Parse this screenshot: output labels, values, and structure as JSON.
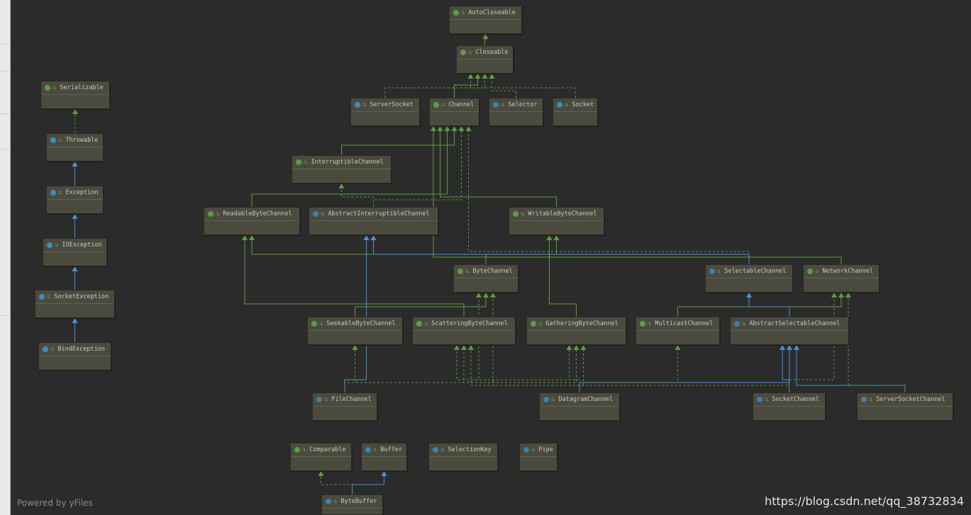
{
  "nodes": [
    {
      "id": "AutoCloseable",
      "label": "AutoCloseable",
      "kind": "i"
    },
    {
      "id": "Closeable",
      "label": "Closeable",
      "kind": "i"
    },
    {
      "id": "ServerSocket",
      "label": "ServerSocket",
      "kind": "c"
    },
    {
      "id": "Channel",
      "label": "Channel",
      "kind": "i"
    },
    {
      "id": "Selector",
      "label": "Selector",
      "kind": "a"
    },
    {
      "id": "Socket",
      "label": "Socket",
      "kind": "c"
    },
    {
      "id": "InterruptibleChannel",
      "label": "InterruptibleChannel",
      "kind": "i"
    },
    {
      "id": "ReadableByteChannel",
      "label": "ReadableByteChannel",
      "kind": "i"
    },
    {
      "id": "AbstractInterruptibleChannel",
      "label": "AbstractInterruptibleChannel",
      "kind": "a"
    },
    {
      "id": "WritableByteChannel",
      "label": "WritableByteChannel",
      "kind": "i"
    },
    {
      "id": "ByteChannel",
      "label": "ByteChannel",
      "kind": "i"
    },
    {
      "id": "SelectableChannel",
      "label": "SelectableChannel",
      "kind": "a"
    },
    {
      "id": "NetworkChannel",
      "label": "NetworkChannel",
      "kind": "i"
    },
    {
      "id": "SeekableByteChannel",
      "label": "SeekableByteChannel",
      "kind": "i"
    },
    {
      "id": "ScatteringByteChannel",
      "label": "ScatteringByteChannel",
      "kind": "i"
    },
    {
      "id": "GatheringByteChannel",
      "label": "GatheringByteChannel",
      "kind": "i"
    },
    {
      "id": "MulticastChannel",
      "label": "MulticastChannel",
      "kind": "i"
    },
    {
      "id": "AbstractSelectableChannel",
      "label": "AbstractSelectableChannel",
      "kind": "a"
    },
    {
      "id": "FileChannel",
      "label": "FileChannel",
      "kind": "a"
    },
    {
      "id": "DatagramChannel",
      "label": "DatagramChannel",
      "kind": "a"
    },
    {
      "id": "SocketChannel",
      "label": "SocketChannel",
      "kind": "a"
    },
    {
      "id": "ServerSocketChannel",
      "label": "ServerSocketChannel",
      "kind": "a"
    },
    {
      "id": "Comparable",
      "label": "Comparable",
      "kind": "i"
    },
    {
      "id": "Buffer",
      "label": "Buffer",
      "kind": "a"
    },
    {
      "id": "SelectionKey",
      "label": "SelectionKey",
      "kind": "a"
    },
    {
      "id": "Pipe",
      "label": "Pipe",
      "kind": "a"
    },
    {
      "id": "ByteBuffer",
      "label": "ByteBuffer",
      "kind": "a"
    },
    {
      "id": "Serializable",
      "label": "Serializable",
      "kind": "i"
    },
    {
      "id": "Throwable",
      "label": "Throwable",
      "kind": "c"
    },
    {
      "id": "Exception",
      "label": "Exception",
      "kind": "c"
    },
    {
      "id": "IOException",
      "label": "IOException",
      "kind": "c"
    },
    {
      "id": "SocketException",
      "label": "SocketException",
      "kind": "c"
    },
    {
      "id": "BindException",
      "label": "BindException",
      "kind": "c"
    }
  ],
  "edges": [
    {
      "from": "Closeable",
      "to": "AutoCloseable",
      "type": "extends-interface"
    },
    {
      "from": "ServerSocket",
      "to": "Closeable",
      "type": "implements"
    },
    {
      "from": "Channel",
      "to": "Closeable",
      "type": "extends-interface"
    },
    {
      "from": "Selector",
      "to": "Closeable",
      "type": "implements"
    },
    {
      "from": "Socket",
      "to": "Closeable",
      "type": "implements"
    },
    {
      "from": "InterruptibleChannel",
      "to": "Channel",
      "type": "extends-interface"
    },
    {
      "from": "ReadableByteChannel",
      "to": "Channel",
      "type": "extends-interface"
    },
    {
      "from": "AbstractInterruptibleChannel",
      "to": "Channel",
      "type": "implements"
    },
    {
      "from": "WritableByteChannel",
      "to": "Channel",
      "type": "extends-interface"
    },
    {
      "from": "SelectableChannel",
      "to": "Channel",
      "type": "implements"
    },
    {
      "from": "NetworkChannel",
      "to": "Channel",
      "type": "extends-interface"
    },
    {
      "from": "AbstractInterruptibleChannel",
      "to": "InterruptibleChannel",
      "type": "implements"
    },
    {
      "from": "ByteChannel",
      "to": "ReadableByteChannel",
      "type": "extends-interface"
    },
    {
      "from": "ByteChannel",
      "to": "WritableByteChannel",
      "type": "extends-interface"
    },
    {
      "from": "SelectableChannel",
      "to": "AbstractInterruptibleChannel",
      "type": "extends-class"
    },
    {
      "from": "SeekableByteChannel",
      "to": "ByteChannel",
      "type": "extends-interface"
    },
    {
      "from": "ScatteringByteChannel",
      "to": "ReadableByteChannel",
      "type": "extends-interface"
    },
    {
      "from": "GatheringByteChannel",
      "to": "WritableByteChannel",
      "type": "extends-interface"
    },
    {
      "from": "MulticastChannel",
      "to": "NetworkChannel",
      "type": "extends-interface"
    },
    {
      "from": "AbstractSelectableChannel",
      "to": "SelectableChannel",
      "type": "extends-class"
    },
    {
      "from": "FileChannel",
      "to": "AbstractInterruptibleChannel",
      "type": "extends-class"
    },
    {
      "from": "FileChannel",
      "to": "SeekableByteChannel",
      "type": "implements"
    },
    {
      "from": "FileChannel",
      "to": "ScatteringByteChannel",
      "type": "implements"
    },
    {
      "from": "FileChannel",
      "to": "GatheringByteChannel",
      "type": "implements"
    },
    {
      "from": "DatagramChannel",
      "to": "AbstractSelectableChannel",
      "type": "extends-class"
    },
    {
      "from": "DatagramChannel",
      "to": "ByteChannel",
      "type": "implements"
    },
    {
      "from": "DatagramChannel",
      "to": "ScatteringByteChannel",
      "type": "implements"
    },
    {
      "from": "DatagramChannel",
      "to": "GatheringByteChannel",
      "type": "implements"
    },
    {
      "from": "DatagramChannel",
      "to": "MulticastChannel",
      "type": "implements"
    },
    {
      "from": "SocketChannel",
      "to": "AbstractSelectableChannel",
      "type": "extends-class"
    },
    {
      "from": "SocketChannel",
      "to": "ByteChannel",
      "type": "implements"
    },
    {
      "from": "SocketChannel",
      "to": "ScatteringByteChannel",
      "type": "implements"
    },
    {
      "from": "SocketChannel",
      "to": "GatheringByteChannel",
      "type": "implements"
    },
    {
      "from": "SocketChannel",
      "to": "NetworkChannel",
      "type": "implements"
    },
    {
      "from": "ServerSocketChannel",
      "to": "AbstractSelectableChannel",
      "type": "extends-class"
    },
    {
      "from": "ServerSocketChannel",
      "to": "NetworkChannel",
      "type": "implements"
    },
    {
      "from": "ByteBuffer",
      "to": "Comparable",
      "type": "implements"
    },
    {
      "from": "ByteBuffer",
      "to": "Buffer",
      "type": "extends-class"
    },
    {
      "from": "Throwable",
      "to": "Serializable",
      "type": "implements"
    },
    {
      "from": "Exception",
      "to": "Throwable",
      "type": "extends-class"
    },
    {
      "from": "IOException",
      "to": "Exception",
      "type": "extends-class"
    },
    {
      "from": "SocketException",
      "to": "IOException",
      "type": "extends-class"
    },
    {
      "from": "BindException",
      "to": "SocketException",
      "type": "extends-class"
    }
  ],
  "colors": {
    "background": "#2b2b2b",
    "node_fill": "#4b4a3e",
    "interface_edge": "#5f9c45",
    "class_edge": "#4d8fd6",
    "implements_edge": "#5f9c45"
  },
  "footer": {
    "powered_by": "Powered by yFiles",
    "watermark": "https://blog.csdn.net/qq_38732834"
  }
}
